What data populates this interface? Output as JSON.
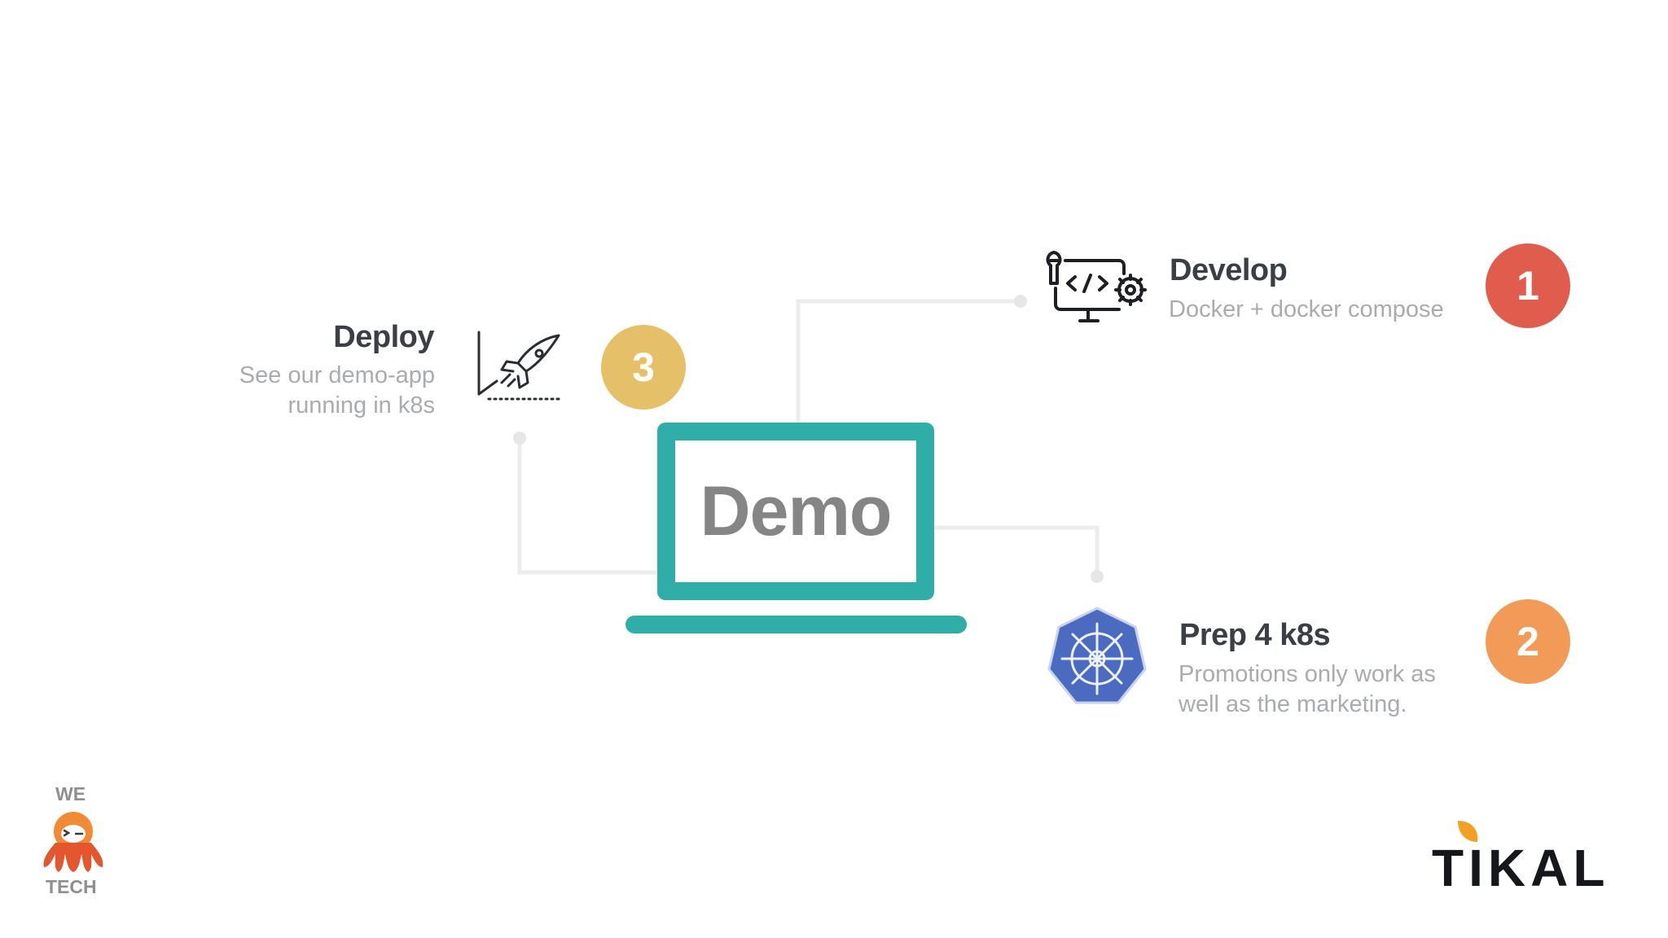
{
  "center": {
    "label": "Demo"
  },
  "steps": [
    {
      "number": "1",
      "title": "Develop",
      "subtitle_lines": [
        "Docker + docker compose"
      ],
      "icon": "code-monitor-icon",
      "color": "#e05d4e"
    },
    {
      "number": "2",
      "title": "Prep 4 k8s",
      "subtitle_lines": [
        "Promotions only work as",
        "well as the marketing."
      ],
      "icon": "kubernetes-icon",
      "color": "#f29a58"
    },
    {
      "number": "3",
      "title": "Deploy",
      "subtitle_lines": [
        "See our demo-app",
        "running in k8s"
      ],
      "icon": "rocket-chart-icon",
      "color": "#e6c068"
    }
  ],
  "logos": {
    "wetech": {
      "top": "WE",
      "bottom": "TECH"
    },
    "tikal": {
      "text": "TIKAL"
    }
  },
  "colors": {
    "accent": "#2fada7",
    "connector": "#ececec"
  }
}
